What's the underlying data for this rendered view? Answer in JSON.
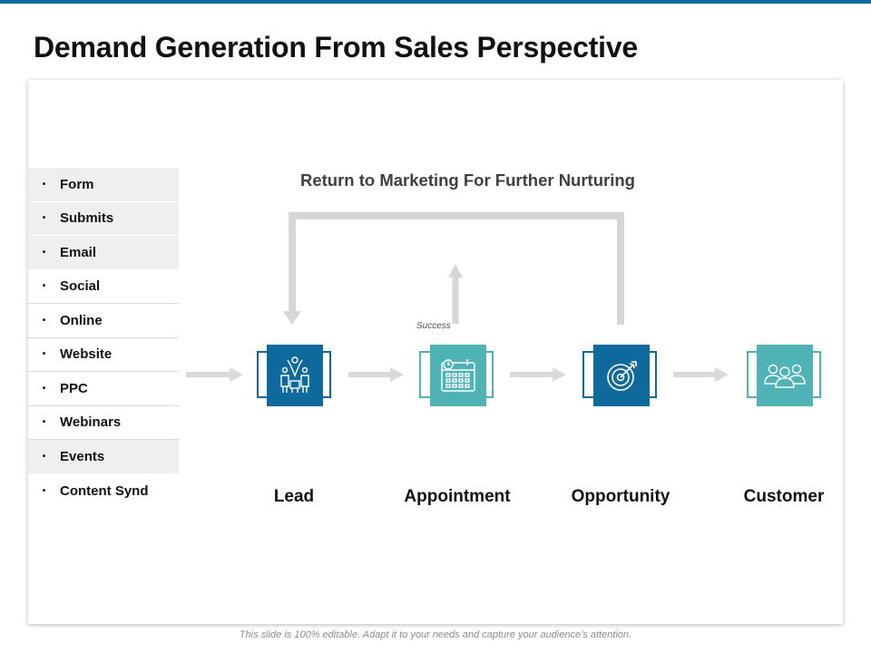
{
  "title": "Demand Generation From Sales Perspective",
  "channels": [
    "Form",
    "Submits",
    "Email",
    "Social",
    "Online",
    "Website",
    "PPC",
    "Webinars",
    "Events",
    "Content Synd"
  ],
  "feedback_label": "Return to Marketing For Further Nurturing",
  "success_label": "Success",
  "stages": [
    {
      "label": "Lead",
      "icon": "team-leader-icon",
      "color": "#0e6a9c"
    },
    {
      "label": "Appointment",
      "icon": "calendar-icon",
      "color": "#4fb3b6"
    },
    {
      "label": "Opportunity",
      "icon": "target-icon",
      "color": "#0e6a9c"
    },
    {
      "label": "Customer",
      "icon": "group-icon",
      "color": "#4fb3b6"
    }
  ],
  "footer": "This slide is 100% editable. Adapt it to your needs and capture your audience’s attention."
}
